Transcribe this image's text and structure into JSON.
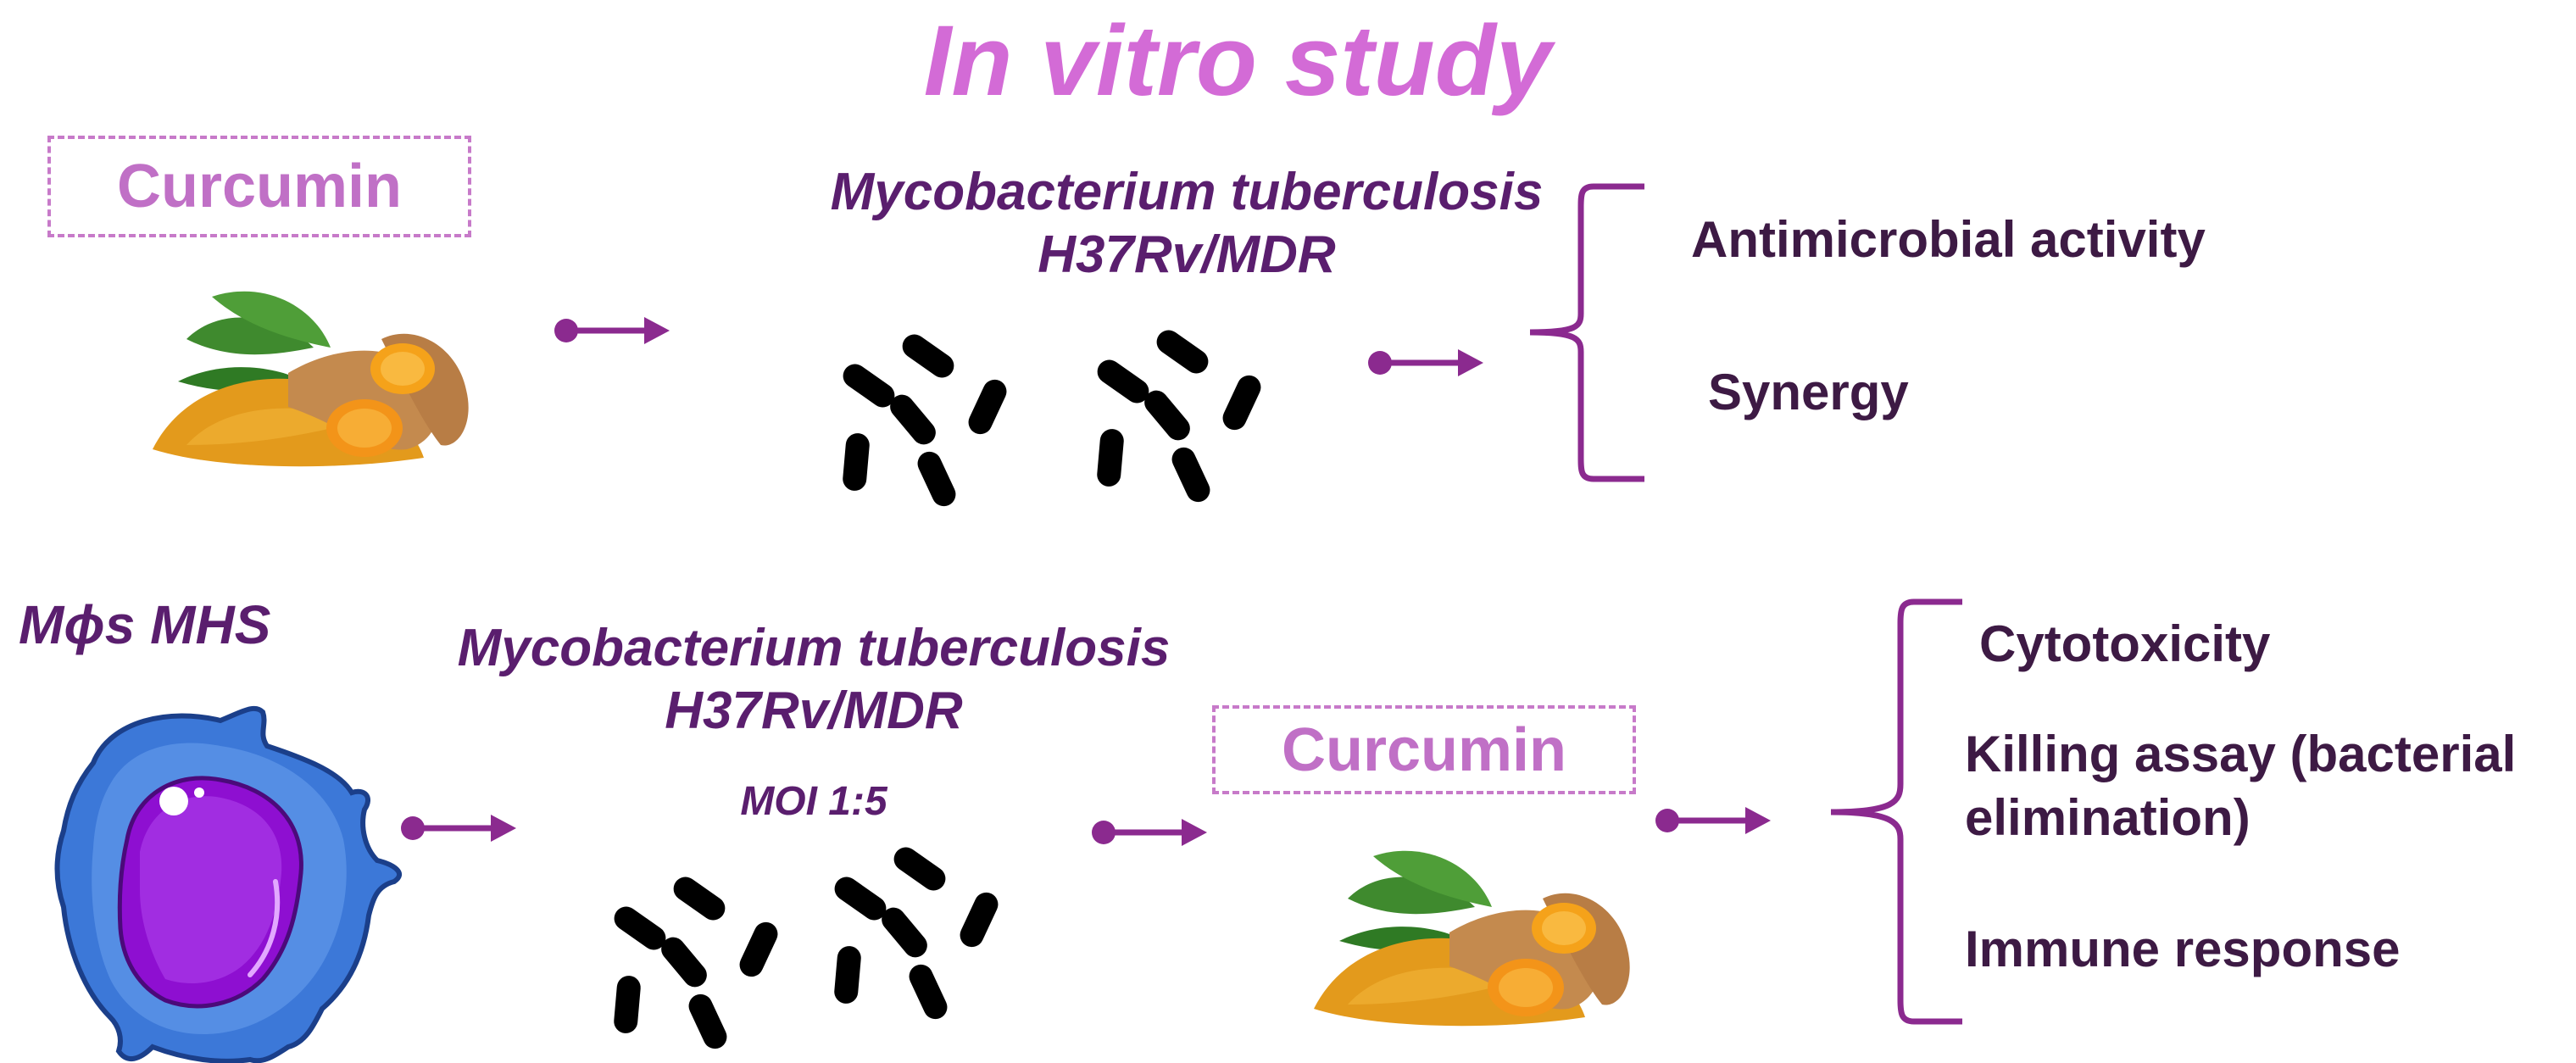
{
  "title": "In vitro study",
  "colors": {
    "title": "#d36bd6",
    "arrow": "#8b2a8f",
    "dark_text": "#3d1a44",
    "purple_text": "#5a1e6e",
    "box_border": "#c77ac9"
  },
  "top_row": {
    "compound_label": "Curcumin",
    "organism_line1": "Mycobacterium tuberculosis",
    "organism_line2": "H37Rv/MDR",
    "outcomes": [
      "Antimicrobial activity",
      "Synergy"
    ]
  },
  "bottom_row": {
    "cell_label": "Mϕs MHS",
    "organism_line1": "Mycobacterium tuberculosis",
    "organism_line2": "H37Rv/MDR",
    "moi": "MOI 1:5",
    "compound_label": "Curcumin",
    "outcomes": [
      "Cytotoxicity",
      "Killing assay (bacterial elimination)",
      "Immune response"
    ]
  },
  "icons": [
    "turmeric-icon",
    "bacteria-icon",
    "macrophage-icon"
  ]
}
